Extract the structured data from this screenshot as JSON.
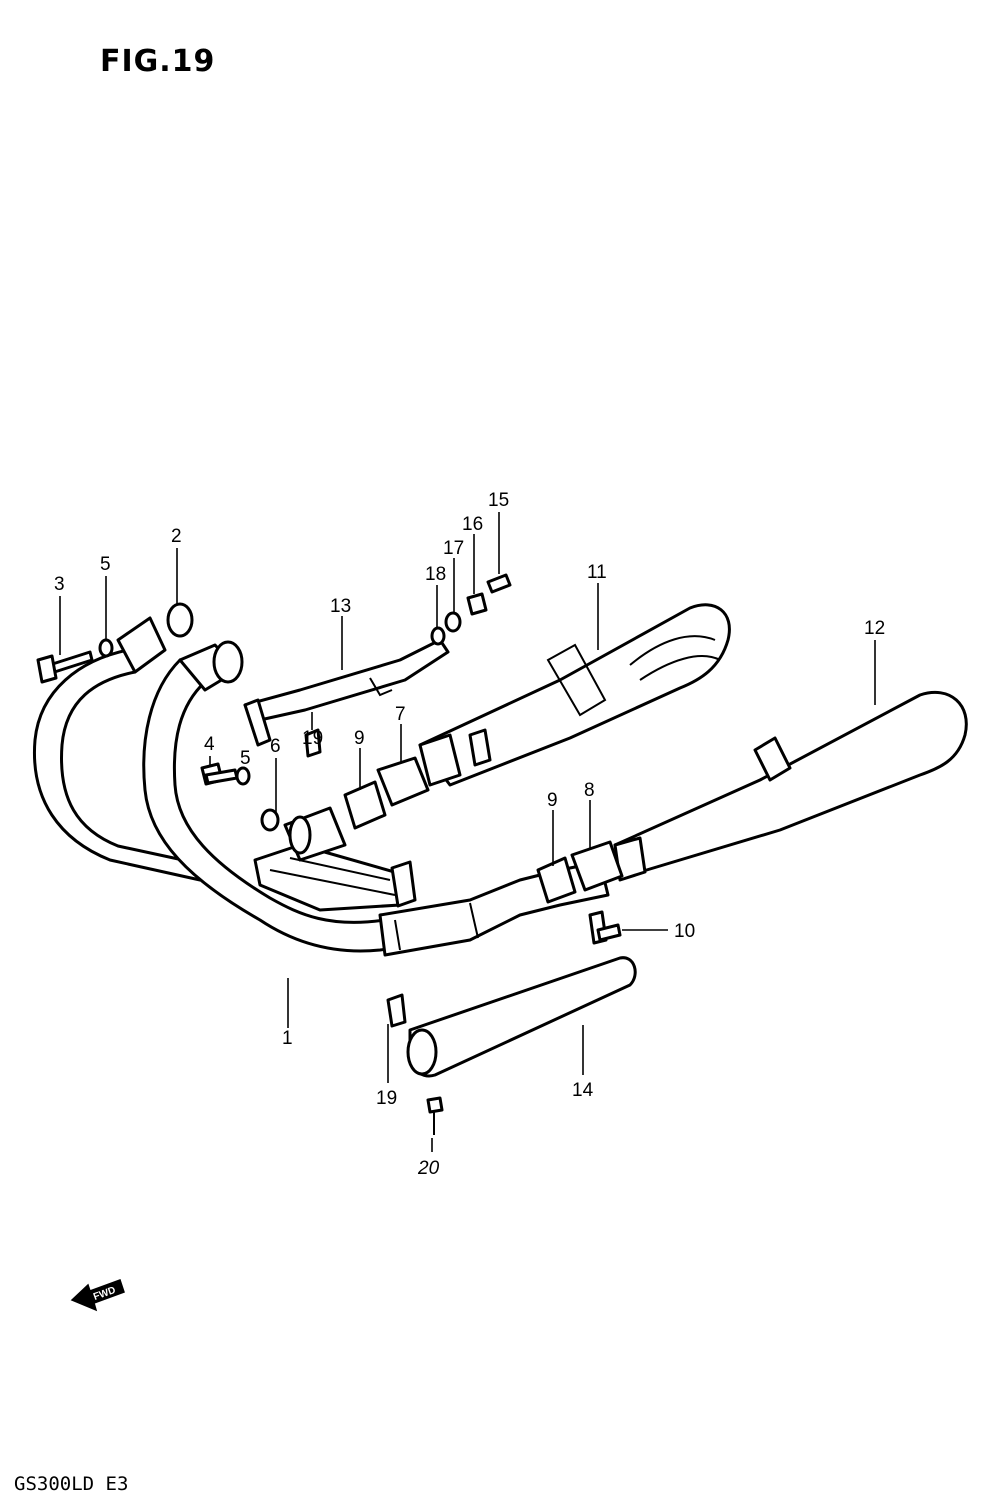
{
  "figure": {
    "title": "FIG.19",
    "model_code": "GS300LD E3",
    "direction_label": "FWD"
  },
  "callouts": [
    {
      "id": "c1",
      "text": "1"
    },
    {
      "id": "c2",
      "text": "2"
    },
    {
      "id": "c3",
      "text": "3"
    },
    {
      "id": "c4",
      "text": "4"
    },
    {
      "id": "c5a",
      "text": "5"
    },
    {
      "id": "c5b",
      "text": "5"
    },
    {
      "id": "c6",
      "text": "6"
    },
    {
      "id": "c7",
      "text": "7"
    },
    {
      "id": "c8",
      "text": "8"
    },
    {
      "id": "c9a",
      "text": "9"
    },
    {
      "id": "c9b",
      "text": "9"
    },
    {
      "id": "c10",
      "text": "10"
    },
    {
      "id": "c11",
      "text": "11"
    },
    {
      "id": "c12",
      "text": "12"
    },
    {
      "id": "c13",
      "text": "13"
    },
    {
      "id": "c14",
      "text": "14"
    },
    {
      "id": "c15",
      "text": "15"
    },
    {
      "id": "c16",
      "text": "16"
    },
    {
      "id": "c17",
      "text": "17"
    },
    {
      "id": "c18",
      "text": "18"
    },
    {
      "id": "c19a",
      "text": "19"
    },
    {
      "id": "c19b",
      "text": "19"
    },
    {
      "id": "c20",
      "text": "20"
    }
  ]
}
